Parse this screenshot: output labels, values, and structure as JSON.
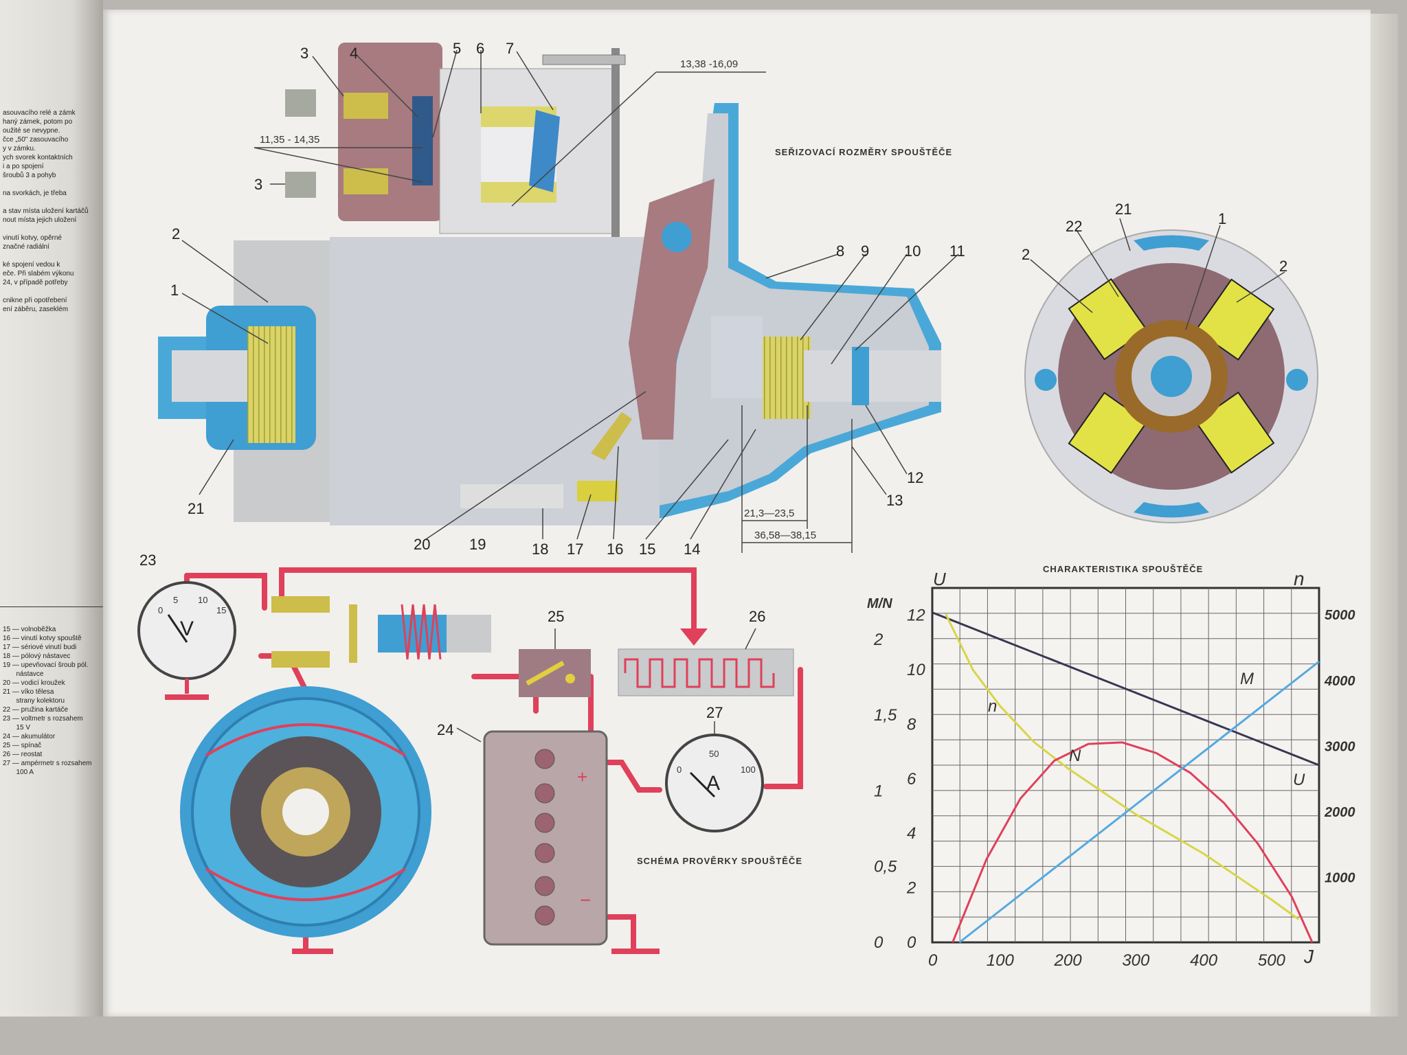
{
  "left_page": {
    "top_text": [
      "asouvacího relé a zámk",
      "haný zámek, potom po",
      "oužité se nevypne.",
      "čce „50\" zasouvacího",
      "y v zámku.",
      "ych svorek kontaktních",
      "i a po spojení",
      "šroubů 3 a pohyb",
      "",
      "na svorkách, je třeba",
      "",
      "a stav místa uložení kartáčů",
      "nout místa jejich uložení",
      "",
      "vinutí kotvy, opěrné",
      "značné radiální",
      "",
      "ké spojení vedou k",
      "eče. Při slabém výkonu",
      "24, v případě potřeby",
      "",
      "cnikne při opotřebení",
      "ení záběru, zaseklém"
    ],
    "legend": [
      "15 — volnoběžka",
      "16 — vinutí kotvy spouště",
      "17 — sériové vinutí budi",
      "18 — pólový nástavec",
      "19 — upevňovací šroub pól.",
      "       nástavce",
      "20 — vodicí kroužek",
      "21 — víko tělesa",
      "       strany kolektoru",
      "22 — pružina kartáče",
      "23 — voltmetr s rozsahem",
      "       15 V",
      "24 — akumulátor",
      "25 — spínač",
      "26 — reostat",
      "27 — ampérmetr s rozsahem",
      "       100 A"
    ]
  },
  "headings": {
    "adjust": "SEŘIZOVACÍ ROZMĚRY SPOUŠTĚČE",
    "check": "SCHÉMA PROVĚRKY SPOUŠTĚČE",
    "chart": "CHARAKTERISTIKA SPOUŠTĚČE"
  },
  "dimensions": {
    "d1": "13,38 -16,09",
    "d2": "11,35 - 14,35",
    "d3": "21,3—23,5",
    "d4": "36,58—38,15"
  },
  "callouts": [
    "1",
    "2",
    "3",
    "3",
    "4",
    "5",
    "6",
    "7",
    "8",
    "9",
    "10",
    "11",
    "12",
    "13",
    "14",
    "15",
    "16",
    "17",
    "18",
    "19",
    "20",
    "21",
    "2",
    "1",
    "22",
    "21",
    "2",
    "23",
    "24",
    "25",
    "26",
    "27"
  ],
  "voltmeter": {
    "ticks": [
      "0",
      "5",
      "10",
      "15"
    ],
    "symbol": "V"
  },
  "ammeter": {
    "ticks": [
      "0",
      "50",
      "100"
    ],
    "symbol": "A"
  },
  "battery": {
    "plus": "+",
    "minus": "−"
  },
  "chart_data": {
    "type": "line",
    "title": "CHARAKTERISTIKA SPOUŠTĚČE",
    "xlabel": "J",
    "x_ticks": [
      "0",
      "100",
      "200",
      "300",
      "400",
      "500"
    ],
    "xlim": [
      0,
      570
    ],
    "left_axis_U_label": "U",
    "left_axis_U_ticks": [
      "0",
      "2",
      "4",
      "6",
      "8",
      "10",
      "12"
    ],
    "left_axis_MN_label": "M/N",
    "left_axis_MN_ticks": [
      "0",
      "0,5",
      "1",
      "1,5",
      "2"
    ],
    "right_axis_label": "n",
    "right_axis_ticks": [
      "1000",
      "2000",
      "3000",
      "4000",
      "5000"
    ],
    "grid": true,
    "series": [
      {
        "name": "U",
        "color": "#3b3650",
        "axis": "U",
        "x": [
          0,
          570
        ],
        "y": [
          12.1,
          6.5
        ]
      },
      {
        "name": "n",
        "color": "#d9d548",
        "axis": "n",
        "x": [
          20,
          60,
          100,
          150,
          200,
          250,
          300,
          350,
          400,
          450,
          500,
          540
        ],
        "y": [
          5000,
          4150,
          3600,
          3050,
          2650,
          2300,
          1950,
          1650,
          1350,
          1000,
          650,
          350
        ]
      },
      {
        "name": "N",
        "color": "#e0405a",
        "axis": "MN",
        "x": [
          30,
          80,
          130,
          180,
          230,
          280,
          330,
          380,
          430,
          480,
          530,
          560
        ],
        "y": [
          0,
          0.55,
          0.95,
          1.2,
          1.31,
          1.32,
          1.25,
          1.12,
          0.92,
          0.65,
          0.3,
          0
        ]
      },
      {
        "name": "M",
        "color": "#55a9df",
        "axis": "U",
        "x": [
          40,
          570
        ],
        "y": [
          0,
          10.3
        ]
      }
    ]
  }
}
